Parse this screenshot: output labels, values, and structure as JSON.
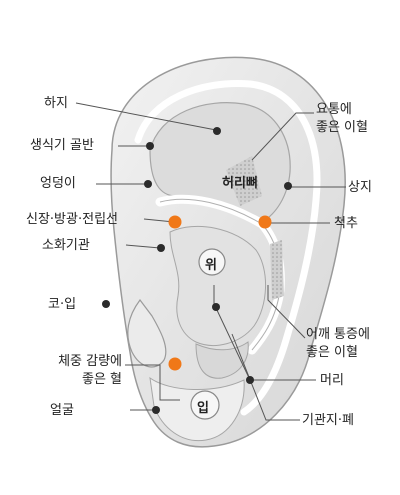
{
  "labels": {
    "haji": "하지",
    "saengsik": "생식기 골반",
    "eongdeongi": "엉덩이",
    "sinjang": "신장·방광·전립선",
    "sohwa": "소화기관",
    "ko_ip": "코·입",
    "chejung_1": "체중 감량에",
    "chejung_2": "좋은 혈",
    "eolgul": "얼굴",
    "yotong_1": "요통에",
    "yotong_2": "좋은 이혈",
    "heori": "허리뼈",
    "sangji": "상지",
    "cheokchu": "척추",
    "wi": "위",
    "eokkae_1": "어깨 통증에",
    "eokkae_2": "좋은 이혈",
    "meori": "머리",
    "ip": "입",
    "gigwan": "기관지·폐"
  },
  "colors": {
    "acupoint": "#f07818",
    "dot": "#2b2b2b",
    "ear_fill": "#e6e6e6",
    "ear_outline": "#9a9a9a"
  }
}
